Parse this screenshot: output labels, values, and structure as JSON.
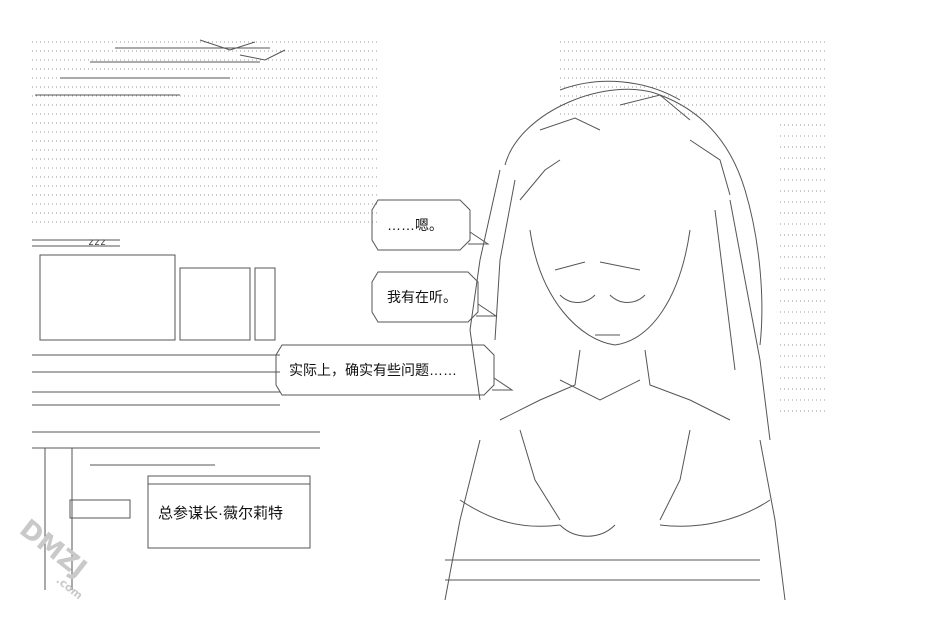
{
  "dialogue": {
    "bubble_1": "……嗯。",
    "bubble_2": "我有在听。",
    "bubble_3": "实际上，确实有些问题……"
  },
  "sign": {
    "label": "总参谋长·薇尔莉特"
  },
  "effects": {
    "sleep_sound": "zzz"
  },
  "watermark": {
    "text": "DMZJ",
    "sub": ".com"
  },
  "colors": {
    "background": "#ffffff",
    "ink": "#222222",
    "dots": "#9a9a9a",
    "watermark": "#c9c9c9"
  }
}
